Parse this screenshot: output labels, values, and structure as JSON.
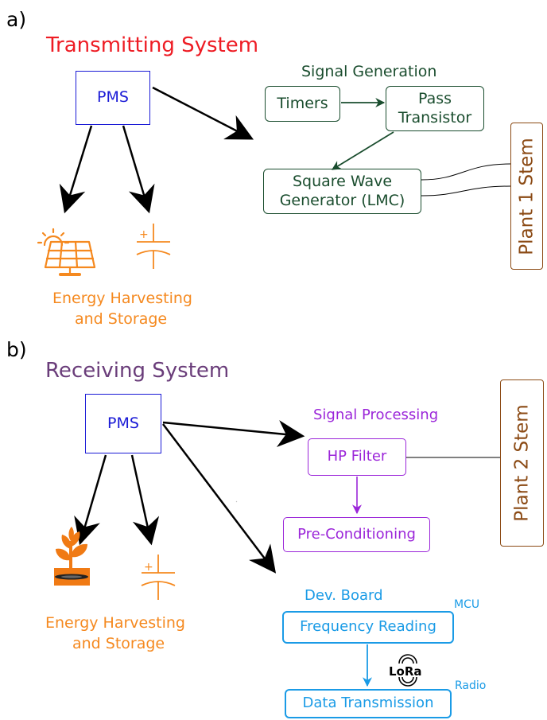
{
  "panel_a": {
    "tag": "a)",
    "title": "Transmitting System",
    "pms": "PMS",
    "signal_generation": "Signal Generation",
    "timers": "Timers",
    "pass_transistor": "Pass Transistor",
    "square_wave_line1": "Square Wave",
    "square_wave_line2": "Generator (LMC)",
    "plant_stem": "Plant 1 Stem",
    "energy_line1": "Energy Harvesting",
    "energy_line2": "and Storage",
    "capacitor_plus": "+"
  },
  "panel_b": {
    "tag": "b)",
    "title": "Receiving System",
    "pms": "PMS",
    "signal_processing": "Signal Processing",
    "hp_filter": "HP Filter",
    "pre_conditioning": "Pre-Conditioning",
    "plant_stem": "Plant 2 Stem",
    "energy_line1": "Energy Harvesting",
    "energy_line2": "and Storage",
    "capacitor_plus": "+",
    "dev_board": "Dev. Board",
    "mcu": "MCU",
    "frequency_reading": "Frequency Reading",
    "lora_logo": "LoRa",
    "radio": "Radio",
    "data_transmission": "Data Transmission"
  },
  "colors": {
    "title_a": "#ee1c24",
    "title_b": "#6a3d7a",
    "pms": "#1a1ad6",
    "green": "#1a4d2e",
    "brown": "#8b4a14",
    "orange": "#f5891f",
    "purple": "#9b26d9",
    "blue": "#1a9be6"
  },
  "icons": {
    "solar": "solar-panel-icon",
    "capacitor": "capacitor-icon",
    "plant": "plant-soil-icon",
    "lora": "lora-logo"
  }
}
